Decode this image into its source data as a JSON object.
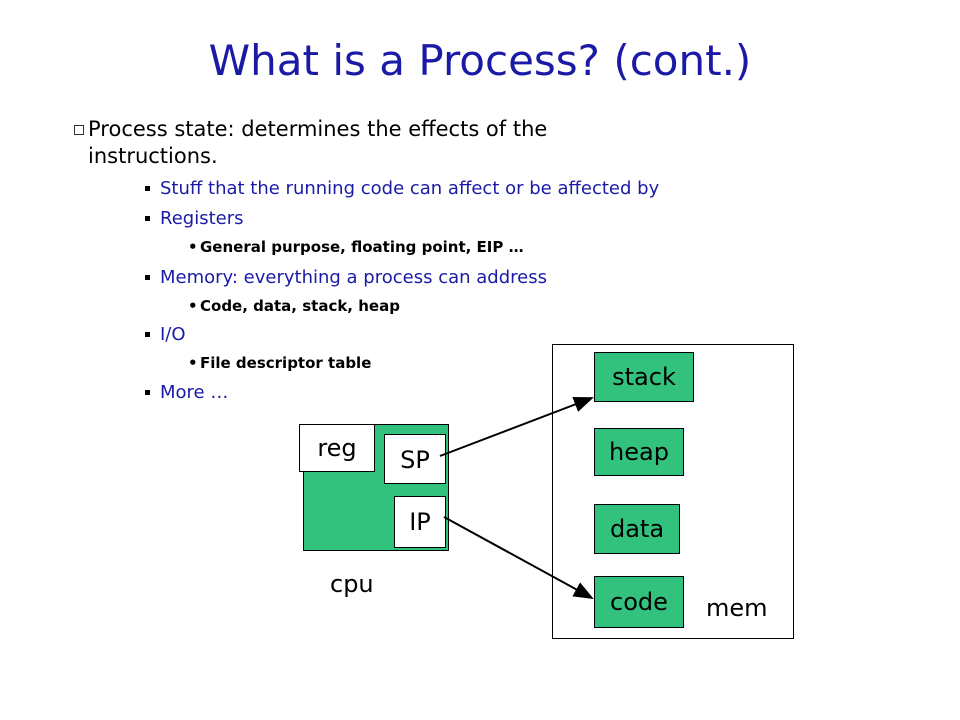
{
  "title": "What is a Process? (cont.)",
  "bullets": {
    "main": {
      "line1": "Process state: determines the effects of the",
      "line2": "instructions."
    },
    "stuff": "Stuff that the running code can affect or be affected by",
    "registers": "Registers",
    "registers_sub": "General purpose, floating point, EIP …",
    "memory": "Memory: everything a process can address",
    "memory_sub": "Code, data, stack, heap",
    "io": "I/O",
    "io_sub": "File descriptor table",
    "more": "More …"
  },
  "diagram": {
    "cpu_label": "cpu",
    "reg": "reg",
    "sp": "SP",
    "ip": "IP",
    "mem_label": "mem",
    "segments": {
      "stack": "stack",
      "heap": "heap",
      "data": "data",
      "code": "code"
    }
  },
  "colors": {
    "title": "#1a1aa6",
    "box_green": "#33c27e",
    "sub_bullet_blue": "#1a1aa6"
  }
}
